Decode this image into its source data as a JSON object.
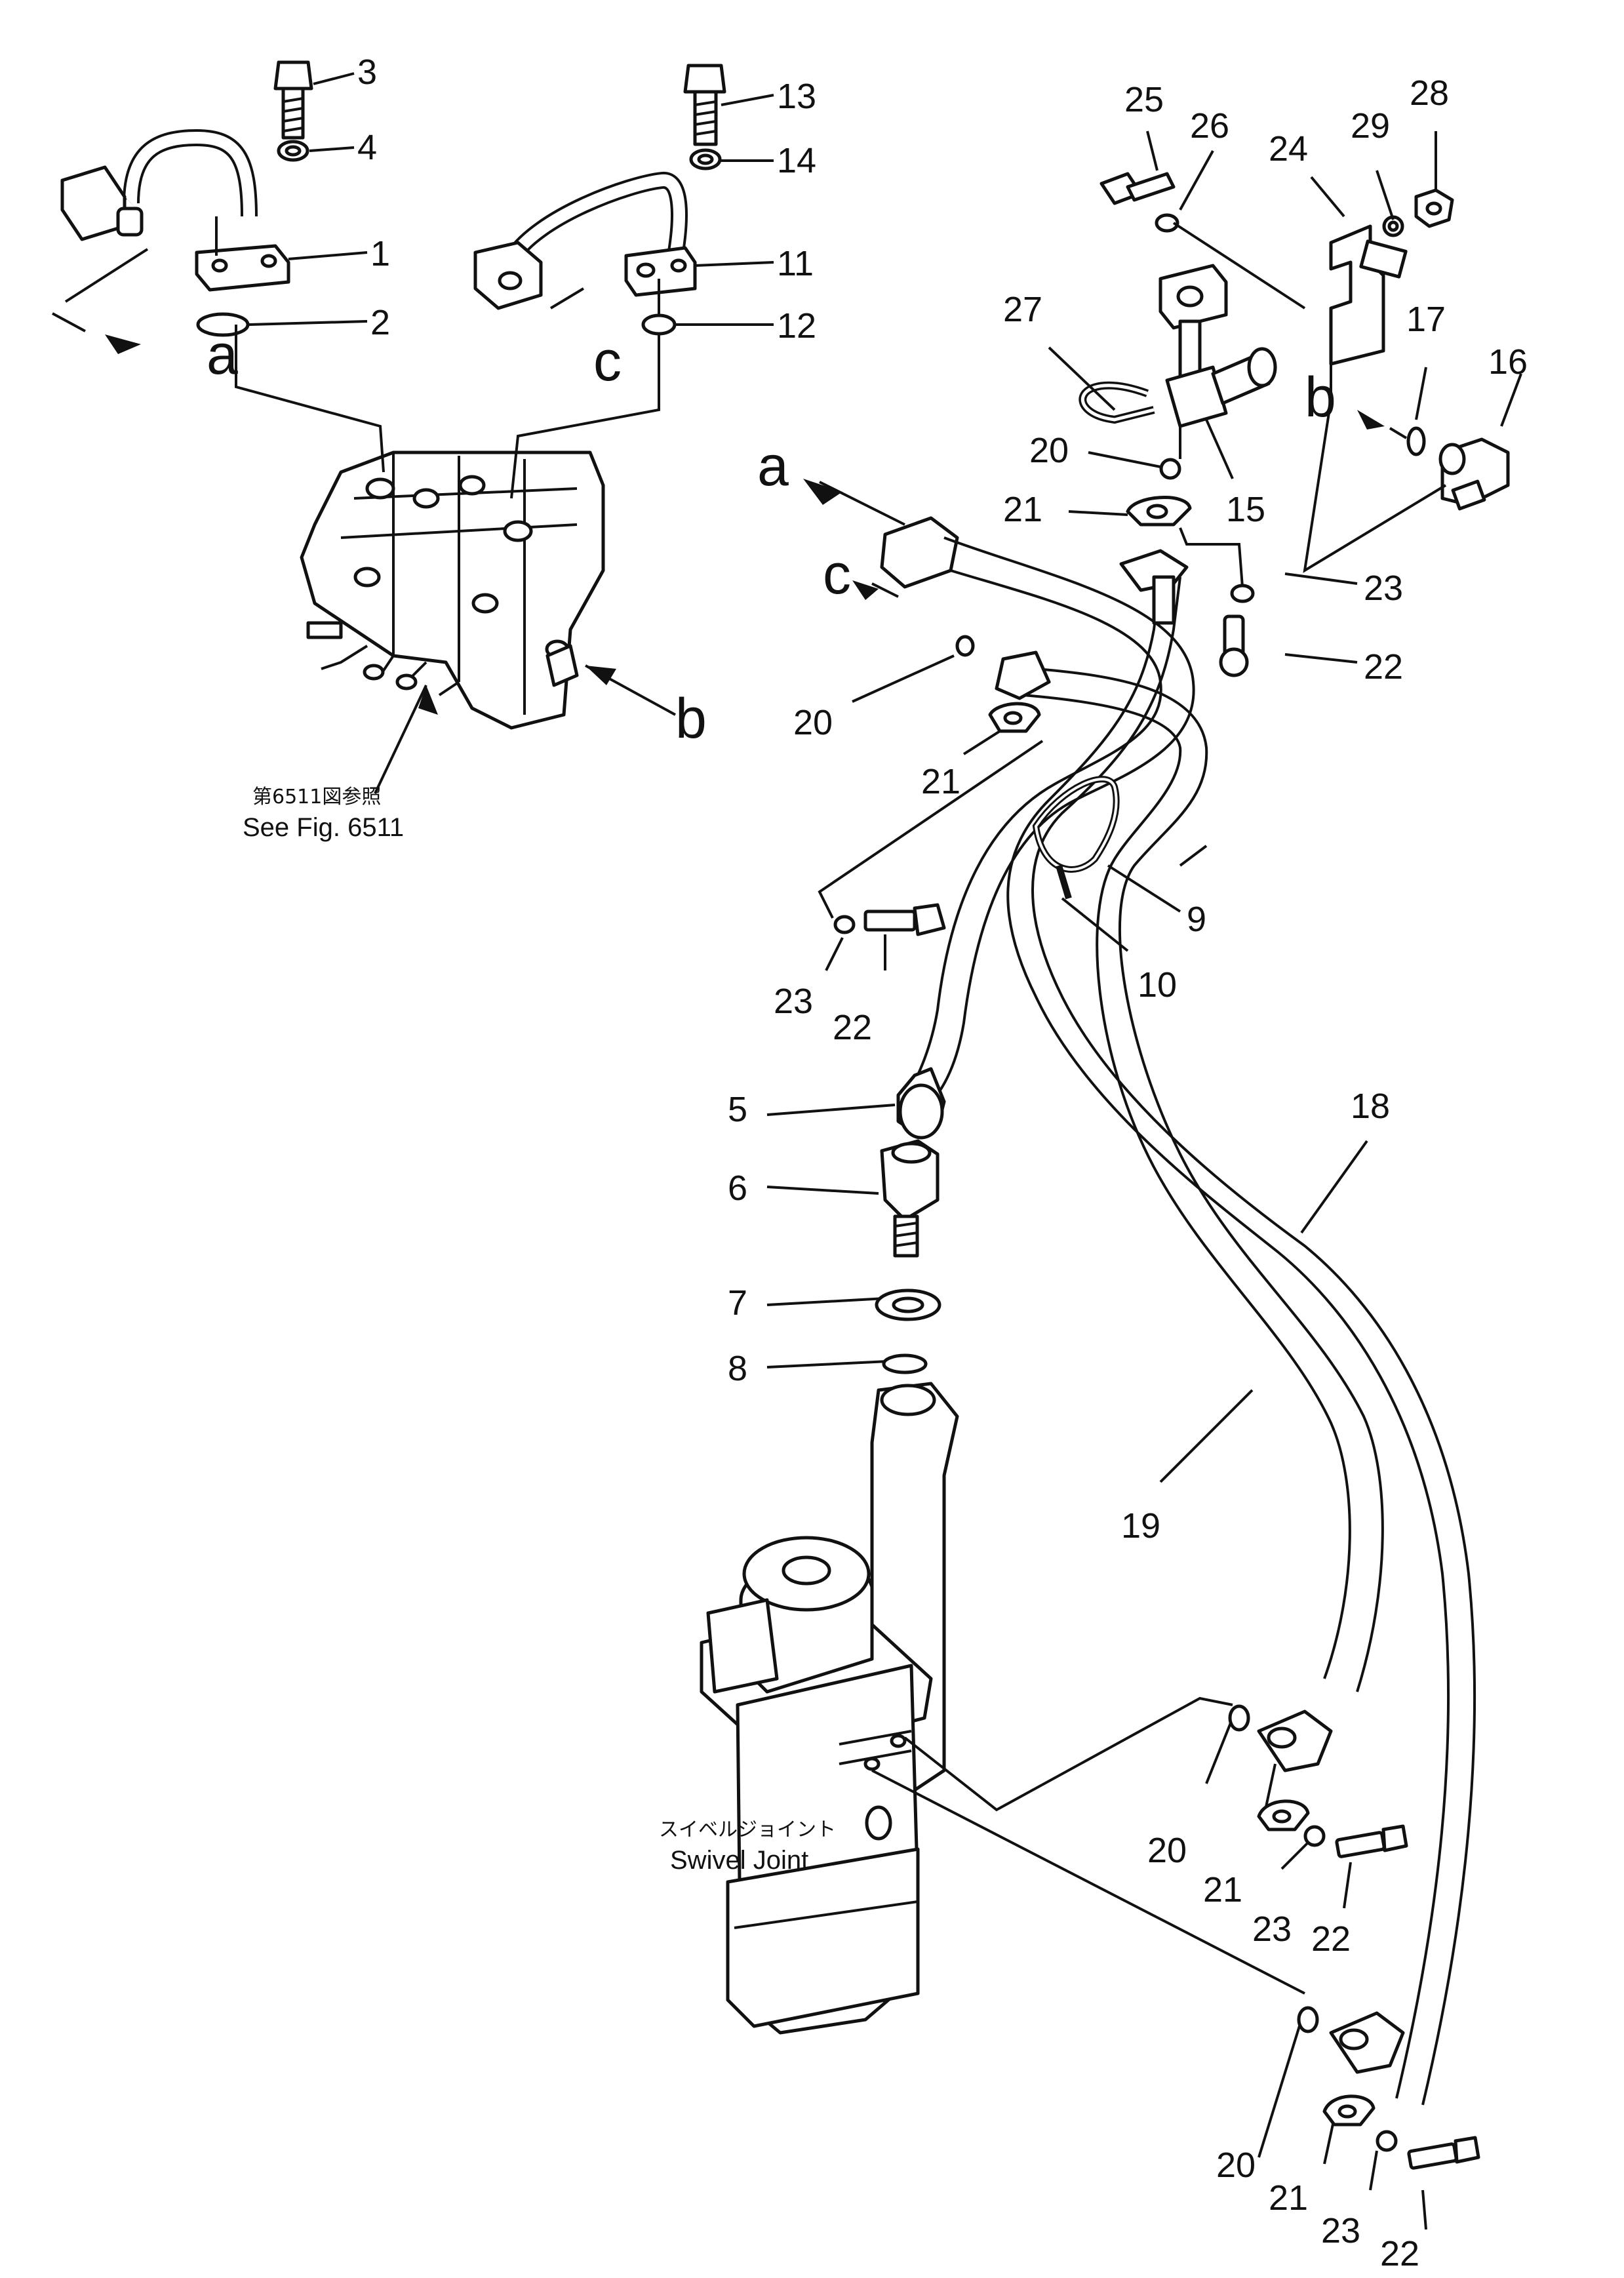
{
  "part_numbers": [
    "1",
    "2",
    "3",
    "4",
    "5",
    "6",
    "7",
    "8",
    "9",
    "10",
    "11",
    "12",
    "13",
    "14",
    "15",
    "16",
    "17",
    "18",
    "19",
    "20",
    "21",
    "22",
    "23",
    "24",
    "25",
    "26",
    "27",
    "28",
    "29"
  ],
  "repeated_labels": {
    "p20a": "20",
    "p20b": "20",
    "p20c": "20",
    "p20d": "20",
    "p21a": "21",
    "p21b": "21",
    "p21c": "21",
    "p21d": "21",
    "p22a": "22",
    "p22b": "22",
    "p22c": "22",
    "p22d": "22",
    "p23a": "23",
    "p23b": "23",
    "p23c": "23",
    "p23d": "23"
  },
  "connection_letters": {
    "a1": "a",
    "a2": "a",
    "b1": "b",
    "b2": "b",
    "c1": "c",
    "c2": "c"
  },
  "see_figure": {
    "jp": "第6511図参照",
    "en": "See Fig. 6511"
  },
  "swivel_joint": {
    "jp": "スイベルジョイント",
    "en": "Swivel  Joint"
  }
}
